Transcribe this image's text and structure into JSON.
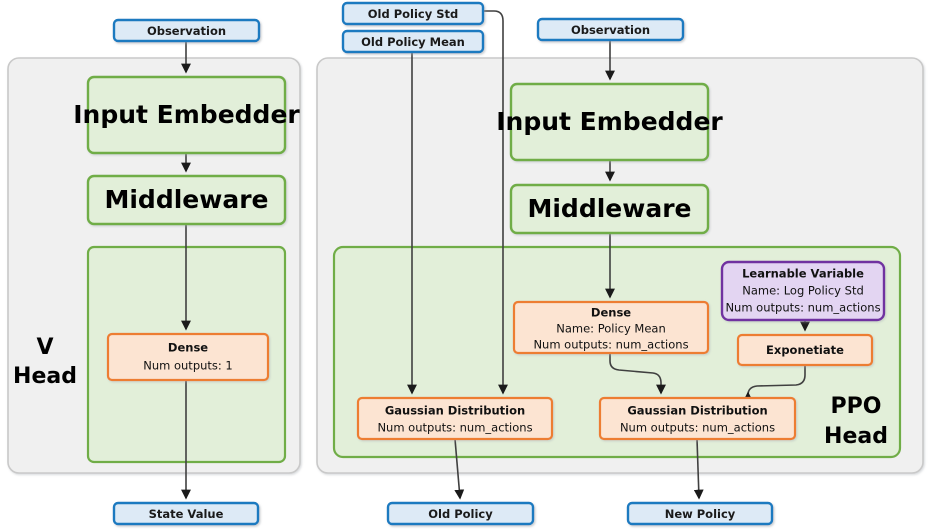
{
  "diagram": {
    "title": "PPO network architecture diagram",
    "colors": {
      "outer_container_fill": "#f0f0f0",
      "outer_container_stroke": "#c9c9c9",
      "green_group_fill": "#e2eed8",
      "green_group_stroke": "#69ad44",
      "green_box_fill": "#e2efd9",
      "green_box_stroke": "#70ad47",
      "orange_fill": "#fce4d2",
      "orange_stroke": "#ed7d31",
      "blue_fill": "#ddeaf6",
      "blue_stroke": "#1f7ac0",
      "purple_fill": "#e3d5f2",
      "purple_stroke": "#7030a0",
      "edge_stroke": "#404040"
    },
    "groups": [
      {
        "id": "v-head-group",
        "label": "V\nHead",
        "label_line1": "V",
        "label_line2": "Head"
      },
      {
        "id": "ppo-head-group",
        "label": "PPO\nHead",
        "label_line1": "PPO",
        "label_line2": "Head"
      }
    ],
    "inputs": [
      {
        "id": "observation-left",
        "label": "Observation"
      },
      {
        "id": "old-policy-std",
        "label": "Old Policy Std"
      },
      {
        "id": "old-policy-mean",
        "label": "Old Policy Mean"
      },
      {
        "id": "observation-right",
        "label": "Observation"
      }
    ],
    "outputs": [
      {
        "id": "state-value",
        "label": "State Value"
      },
      {
        "id": "old-policy",
        "label": "Old Policy"
      },
      {
        "id": "new-policy",
        "label": "New Policy"
      }
    ],
    "v_head": {
      "group_label_line1": "V",
      "group_label_line2": "Head",
      "input_embedder": "Input Embedder",
      "middleware": "Middleware",
      "dense_title": "Dense",
      "dense_line2": "Num outputs: 1"
    },
    "ppo_head": {
      "group_label_line1": "PPO",
      "group_label_line2": "Head",
      "input_embedder": "Input Embedder",
      "middleware": "Middleware",
      "dense_title": "Dense",
      "dense_line2": "Name: Policy Mean",
      "dense_line3": "Num outputs: num_actions",
      "learnable_title": "Learnable Variable",
      "learnable_line2": "Name: Log Policy Std",
      "learnable_line3": "Num outputs: num_actions",
      "exponetiate": "Exponetiate",
      "gaussian_left_title": "Gaussian Distribution",
      "gaussian_left_line2": "Num outputs: num_actions",
      "gaussian_right_title": "Gaussian Distribution",
      "gaussian_right_line2": "Num outputs: num_actions"
    }
  }
}
